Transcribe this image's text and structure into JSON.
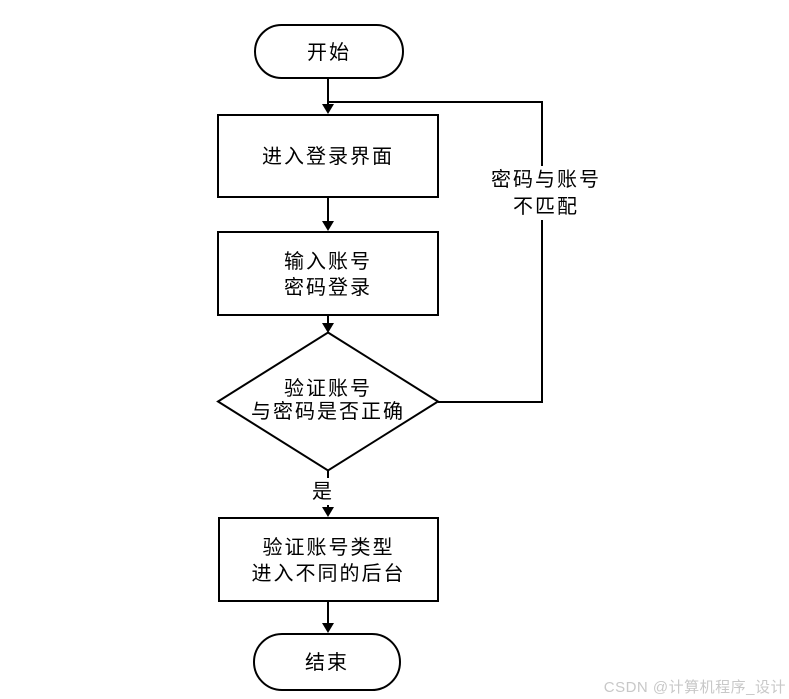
{
  "diagram": {
    "nodes": {
      "start": {
        "type": "terminator",
        "label": "开始"
      },
      "enter_login": {
        "type": "process",
        "label": "进入登录界面"
      },
      "input_credentials": {
        "type": "process",
        "lines": [
          "输入账号",
          "密码登录"
        ]
      },
      "verify_decision": {
        "type": "decision",
        "lines": [
          "验证账号",
          "与密码是否正确"
        ]
      },
      "verify_type": {
        "type": "process",
        "lines": [
          "验证账号类型",
          "进入不同的后台"
        ]
      },
      "end": {
        "type": "terminator",
        "label": "结束"
      }
    },
    "edge_labels": {
      "yes": "是",
      "mismatch": {
        "lines": [
          "密码与账号",
          "不匹配"
        ]
      }
    },
    "colors": {
      "stroke": "#000000",
      "node_fill": "#ffffff",
      "text": "#000000",
      "watermark": "#c8c8c8"
    }
  },
  "watermark": {
    "text": "CSDN @计算机程序_设计"
  }
}
